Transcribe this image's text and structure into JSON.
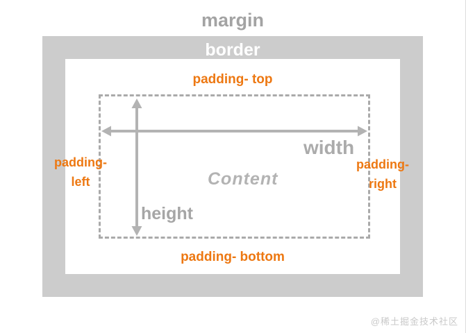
{
  "diagram": {
    "margin": "margin",
    "border": "border",
    "padding_top": "padding- top",
    "padding_left": {
      "line1": "padding-",
      "line2": "left"
    },
    "padding_right": {
      "line1": "padding-",
      "line2": "right"
    },
    "padding_bottom": "padding- bottom",
    "width": "width",
    "height": "height",
    "content": "Content"
  },
  "watermark": "@稀土掘金技术社区",
  "colors": {
    "frame_gray": "#cccccc",
    "heading_gray": "#a3a3a3",
    "inner_label_gray": "#ababab",
    "orange": "#ed7812",
    "arrow_gray": "#b3b3b3",
    "dashed_border_gray": "#aaaaaa",
    "watermark_gray": "#c9c9c9"
  }
}
